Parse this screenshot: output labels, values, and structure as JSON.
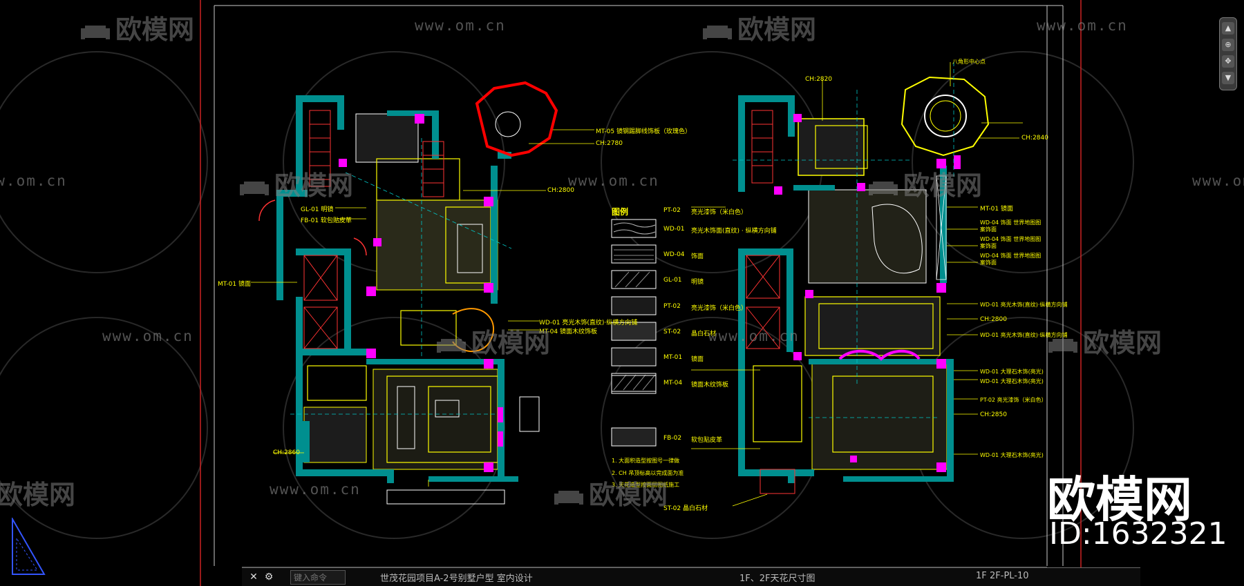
{
  "watermark": {
    "logo_text": "欧模网",
    "url": "www.om.cn",
    "brand": "欧模网",
    "id_text": "ID:1632321"
  },
  "colors": {
    "wall": "#008f8f",
    "magenta": "#ff00ff",
    "yellow": "#ffff00",
    "red": "#ff0000",
    "white": "#ffffff",
    "cyan": "#00ffff",
    "orange": "#ff9900",
    "border_red": "#cc2222"
  },
  "legend": {
    "title": "图例",
    "items": [
      {
        "code": "PT-02",
        "desc": "亮光漆饰（米白色）"
      },
      {
        "code": "WD-01",
        "desc": "亮光木饰面(直纹) · 纵横方向铺"
      },
      {
        "code": "WD-04",
        "desc": "饰面"
      },
      {
        "code": "GL-01",
        "desc": "明镜"
      },
      {
        "code": "PT-02",
        "desc": "亮光漆饰（米白色）"
      },
      {
        "code": "ST-02",
        "desc": "晶白石材"
      },
      {
        "code": "MT-01",
        "desc": "镜面"
      },
      {
        "code": "MT-04",
        "desc": "镜面木纹饰板"
      },
      {
        "code": "FB-02",
        "desc": "软包贴皮革"
      }
    ],
    "notes": [
      "1. 大面积造型按图号一律做",
      "2.  CH       吊顶标高以完成面为准",
      "3. 天花造型按面层图纸施工"
    ]
  },
  "plan1_labels": [
    {
      "text": "MT-05 镜钢踢脚线饰板（玫瑰色）"
    },
    {
      "text": "CH:2780"
    },
    {
      "text": "CH:2800"
    },
    {
      "text": "GL-01 明镜"
    },
    {
      "text": "FB-01 软包贴皮革"
    },
    {
      "text": "MT-01 镜面"
    },
    {
      "text": "WD-01 亮光木饰(直纹)·纵横方向铺"
    },
    {
      "text": "MT-04 镜面木纹饰板"
    },
    {
      "text": "CH:2860"
    }
  ],
  "plan2_labels": [
    {
      "text": "CH:2820"
    },
    {
      "text": "八角形中心点"
    },
    {
      "text": "CH:2840"
    },
    {
      "text": "MT-01 镜面"
    },
    {
      "text": "WD-04 饰面 世界地图图案饰面"
    },
    {
      "text": "WD-04 饰面 世界地图图案饰面"
    },
    {
      "text": "WD-04 饰面 世界地图图案饰面"
    },
    {
      "text": "WD-01 亮光木饰(直纹)·纵横方向铺"
    },
    {
      "text": "CH:2800"
    },
    {
      "text": "WD-01 亮光木饰(直纹)·纵横方向铺"
    },
    {
      "text": "WD-01 大理石木饰(亮光)"
    },
    {
      "text": "WD-01 大理石木饰(亮光)"
    },
    {
      "text": "PT-02 亮光漆饰（米白色）"
    },
    {
      "text": "CH:2850"
    },
    {
      "text": "WD-01 大理石木饰(亮光)"
    },
    {
      "text": "ST-02 晶白石材"
    }
  ],
  "titleblock": {
    "project": "世茂花园项目A-2号别墅户型 室内设计",
    "drawing_name": "1F、2F天花尺寸图",
    "drawing_no": "2F-PL-10",
    "floor": "1F"
  },
  "commandbar": {
    "prompt": "键入命令",
    "close_glyph": "✕"
  },
  "navbar": {
    "buttons": [
      "▲",
      "⊕",
      "✥",
      "▼"
    ]
  }
}
